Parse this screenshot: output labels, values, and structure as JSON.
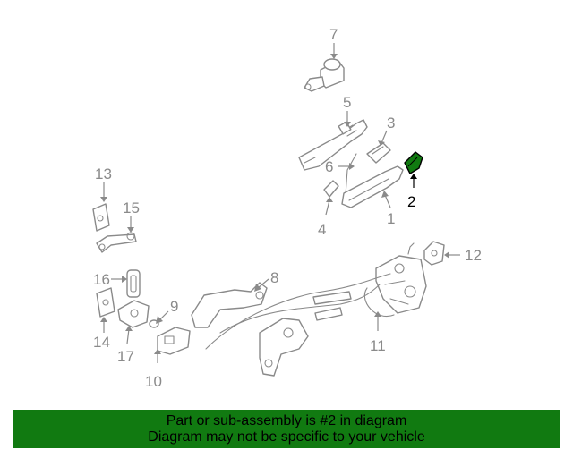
{
  "diagram": {
    "callouts": [
      "1",
      "2",
      "3",
      "4",
      "5",
      "6",
      "7",
      "8",
      "9",
      "10",
      "11",
      "12",
      "13",
      "14",
      "15",
      "16",
      "17"
    ],
    "highlighted_part": "2",
    "highlight_color": "#117a11"
  },
  "banner": {
    "line1": "Part or sub-assembly is #2 in diagram",
    "line2": "Diagram may not be specific to your vehicle",
    "background": "#117a11"
  }
}
